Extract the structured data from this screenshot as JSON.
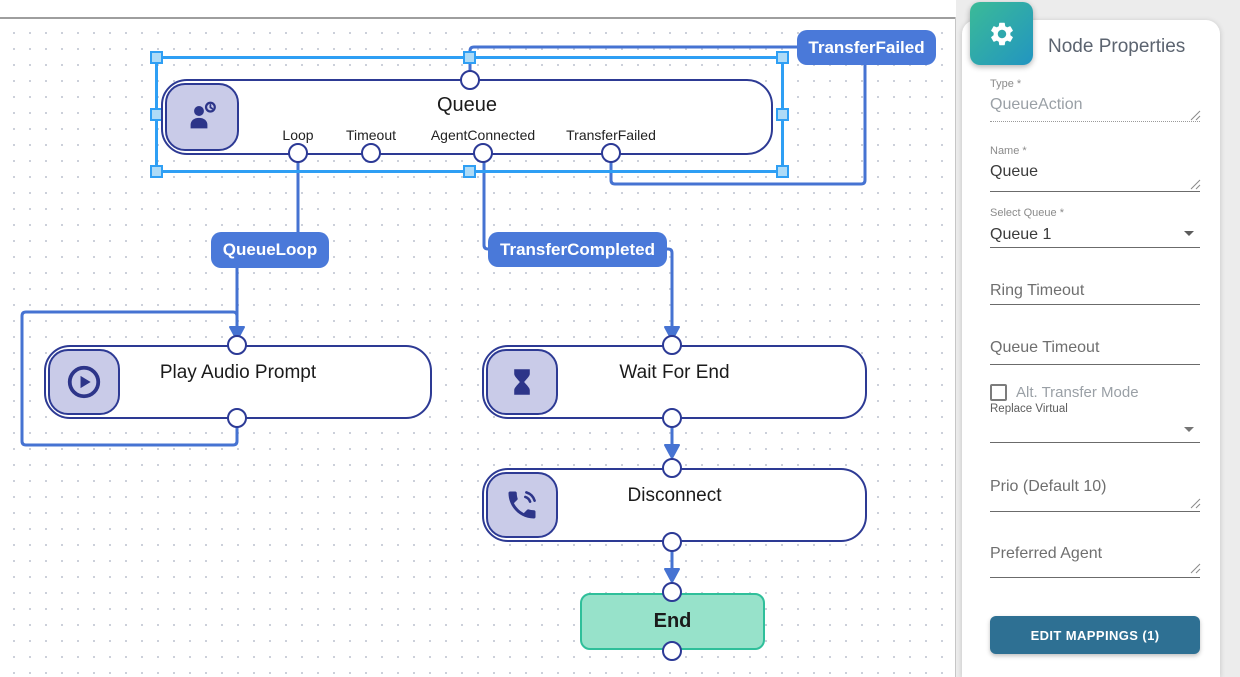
{
  "canvas": {
    "nodes": [
      {
        "id": "queue",
        "title": "Queue",
        "icon": "person-clock",
        "ports_out": [
          "Loop",
          "Timeout",
          "AgentConnected",
          "TransferFailed"
        ]
      },
      {
        "id": "play-audio-prompt",
        "title": "Play Audio Prompt",
        "icon": "play-circle"
      },
      {
        "id": "wait-for-end",
        "title": "Wait For End",
        "icon": "hourglass"
      },
      {
        "id": "disconnect",
        "title": "Disconnect",
        "icon": "phone-ring"
      },
      {
        "id": "end",
        "title": "End"
      }
    ],
    "edge_labels": [
      "TransferFailed",
      "QueueLoop",
      "TransferCompleted"
    ],
    "colors": {
      "edge": "#4673d2",
      "badge": "#4a79d9",
      "selection": "#2f9ff4",
      "node_border": "#2d3a94",
      "icon_fill": "#2d3589",
      "icon_box": "#c9cbe8",
      "end_fill": "#97e2ca",
      "end_border": "#2fbf9a"
    }
  },
  "panel": {
    "title": "Node Properties",
    "fields": {
      "type": {
        "label": "Type *",
        "value": "QueueAction"
      },
      "name": {
        "label": "Name *",
        "value": "Queue"
      },
      "select_queue": {
        "label": "Select Queue *",
        "value": "Queue 1"
      },
      "ring_timeout": {
        "label": "Ring Timeout"
      },
      "queue_timeout": {
        "label": "Queue Timeout"
      },
      "alt_transfer_mode": {
        "label": "Alt. Transfer Mode",
        "checked": false
      },
      "replace_virtual": {
        "label": "Replace Virtual",
        "value": ""
      },
      "prio": {
        "label": "Prio (Default 10)"
      },
      "preferred_agent": {
        "label": "Preferred Agent"
      }
    },
    "button": {
      "label": "EDIT MAPPINGS (1)",
      "color": "#2e7093"
    }
  }
}
